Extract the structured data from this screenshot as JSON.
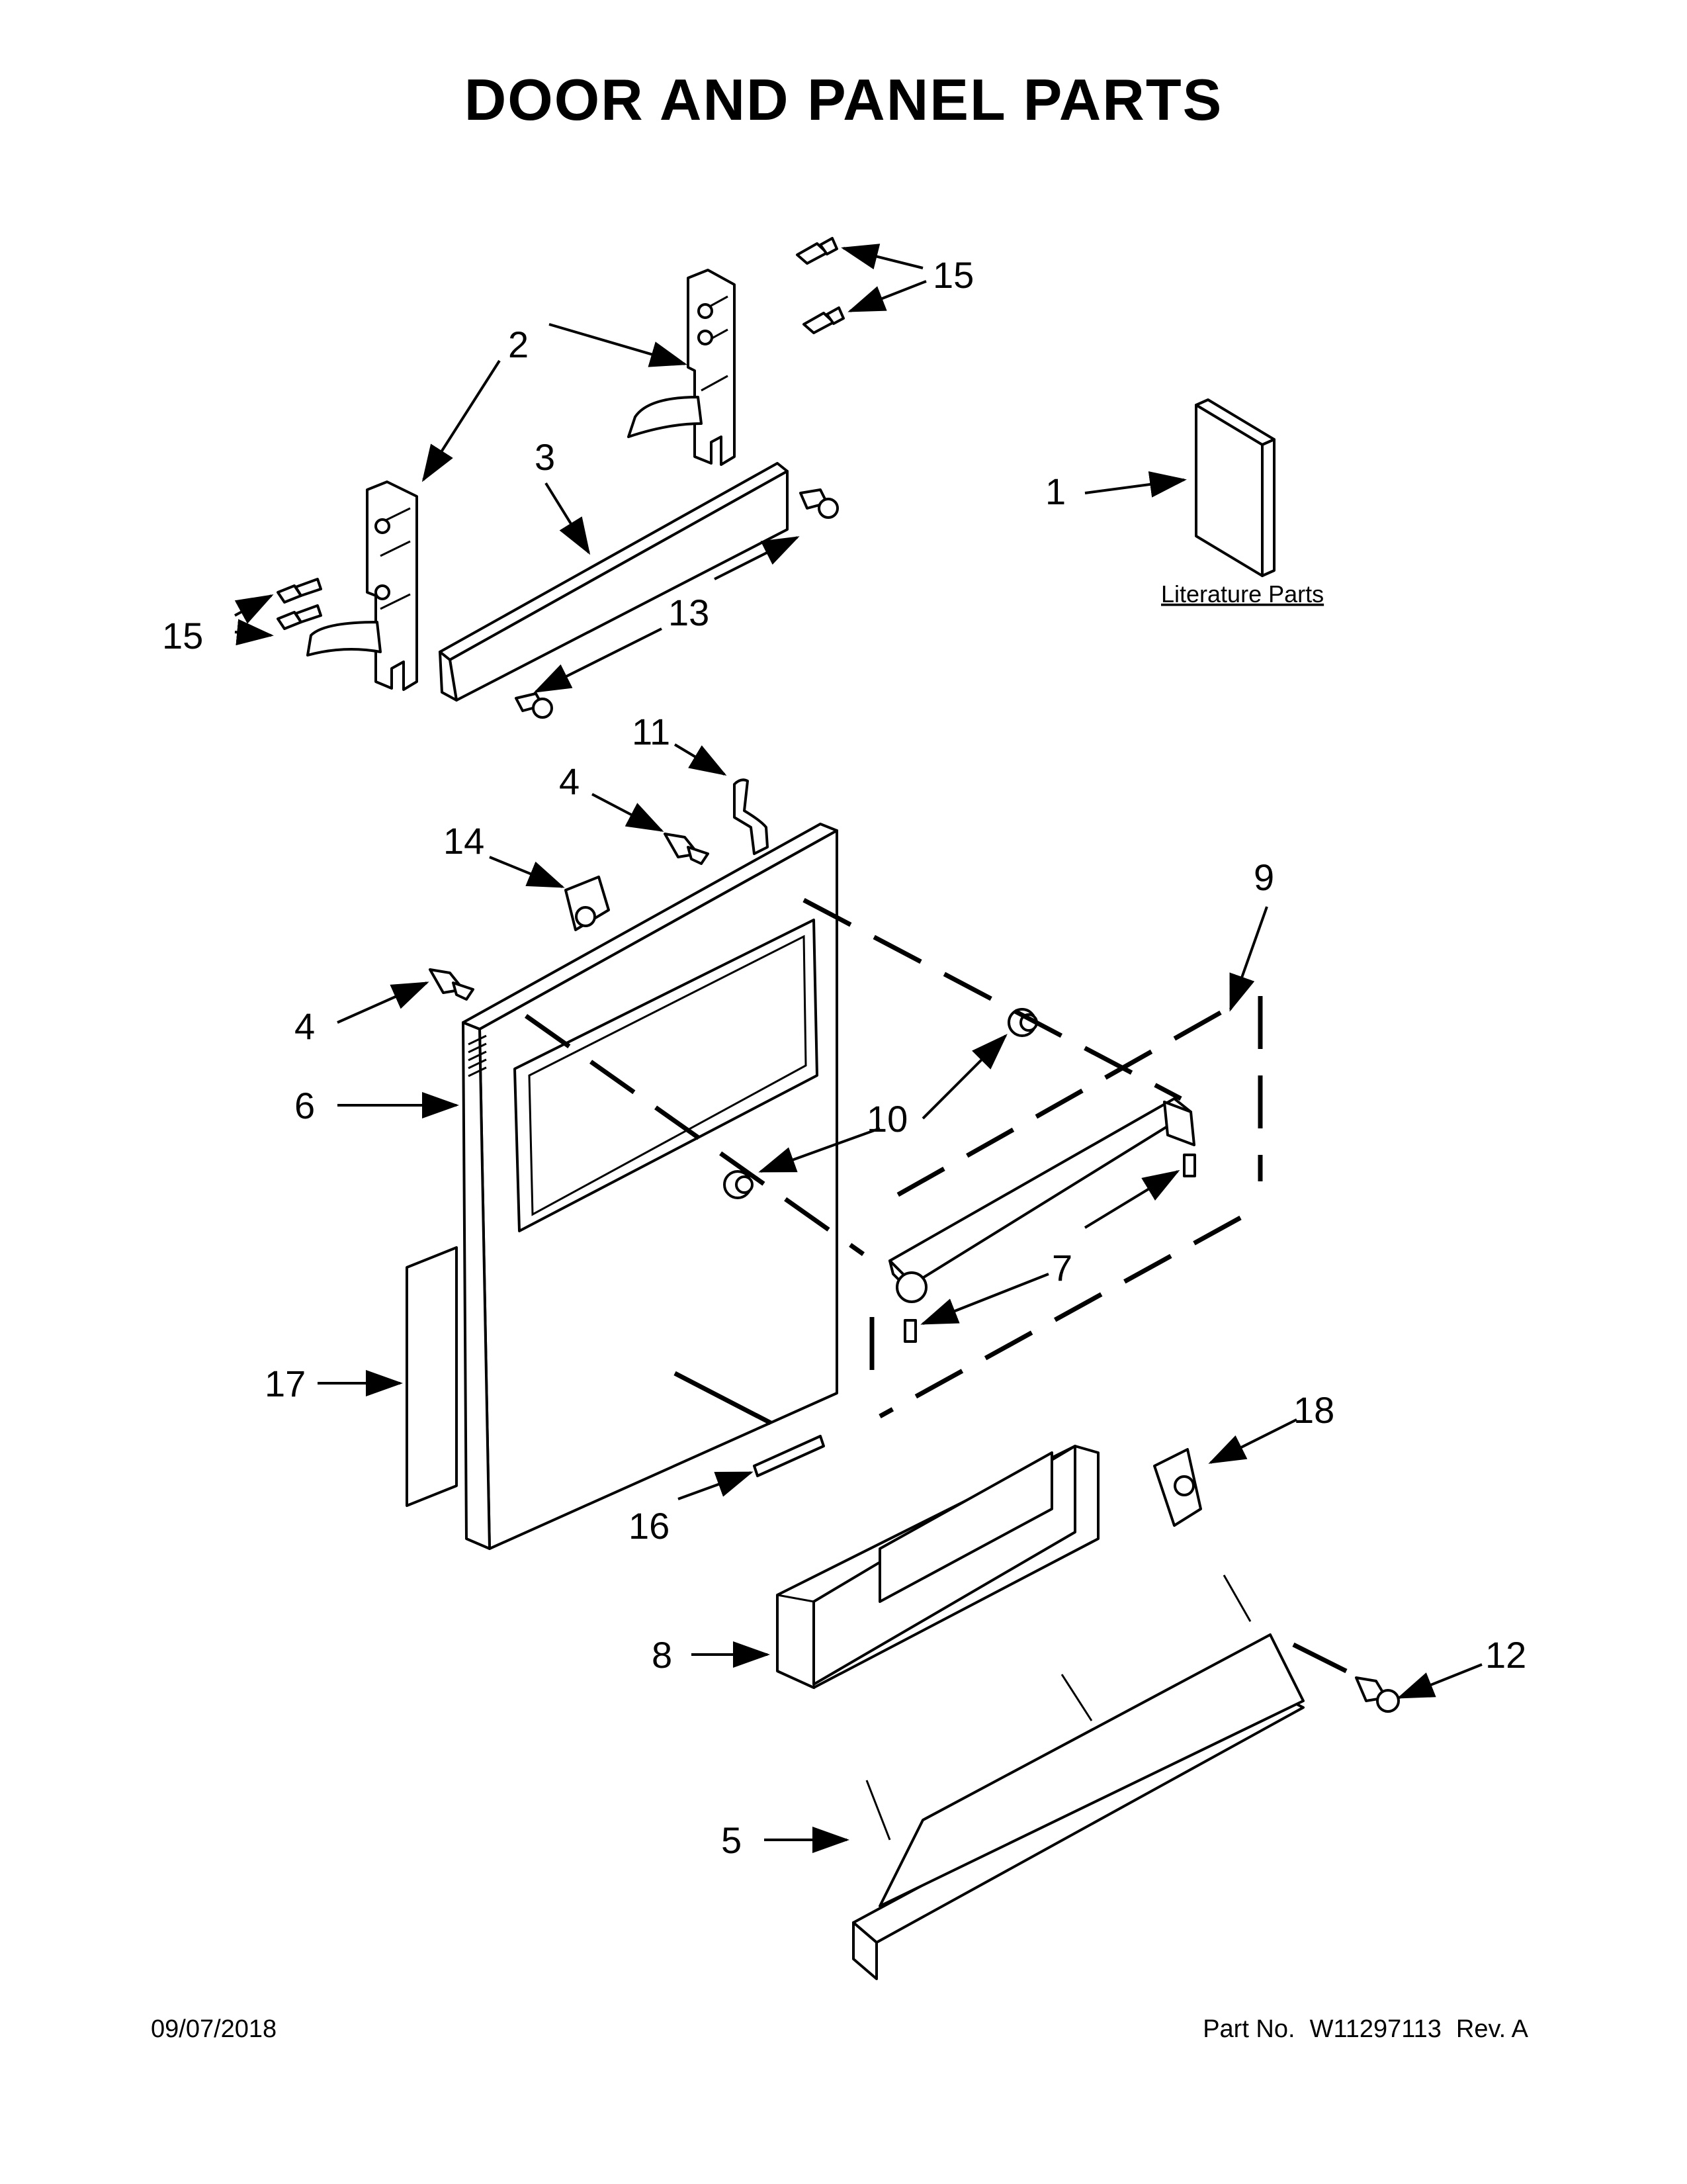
{
  "title": "DOOR AND PANEL PARTS",
  "literature_label": "Literature Parts",
  "callouts": {
    "c1": "1",
    "c2": "2",
    "c3": "3",
    "c4a": "4",
    "c4b": "4",
    "c5": "5",
    "c6": "6",
    "c7": "7",
    "c8": "8",
    "c9": "9",
    "c10": "10",
    "c11": "11",
    "c12": "12",
    "c13": "13",
    "c14": "14",
    "c15a": "15",
    "c15b": "15",
    "c16": "16",
    "c17": "17",
    "c18": "18"
  },
  "footer": {
    "date": "09/07/2018",
    "part_label": "Part No.",
    "part_number": "W11297113",
    "revision": "Rev.  A"
  }
}
